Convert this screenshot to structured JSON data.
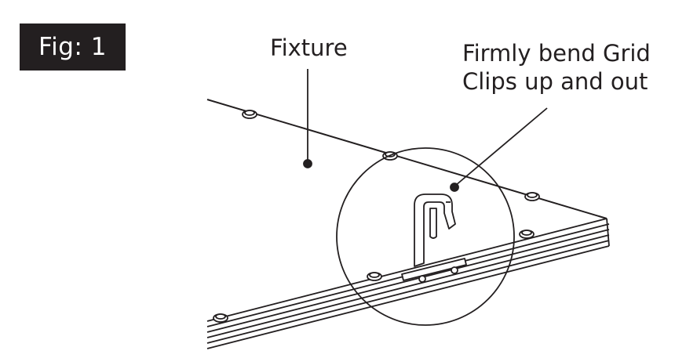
{
  "figure": {
    "label": "Fig: 1"
  },
  "labels": {
    "fixture": "Fixture",
    "clip_line1": "Firmly bend Grid",
    "clip_line2": "Clips up and out"
  },
  "colors": {
    "ink": "#231f20",
    "background": "#ffffff",
    "label_box": "#231f20"
  },
  "icons": [
    "hex-screw-icon",
    "grid-clip-icon"
  ]
}
